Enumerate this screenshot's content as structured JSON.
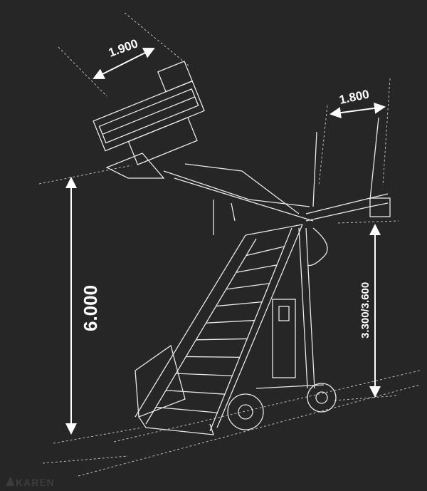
{
  "dimensions": {
    "head_width": "1.900",
    "handle_width": "1.800",
    "total_height": "6.000",
    "handle_height": "3.300/3.600"
  },
  "logo": "KAREN",
  "colors": {
    "background": "#262626",
    "line": "#e8e8e8",
    "logo": "#3c3c3c"
  }
}
